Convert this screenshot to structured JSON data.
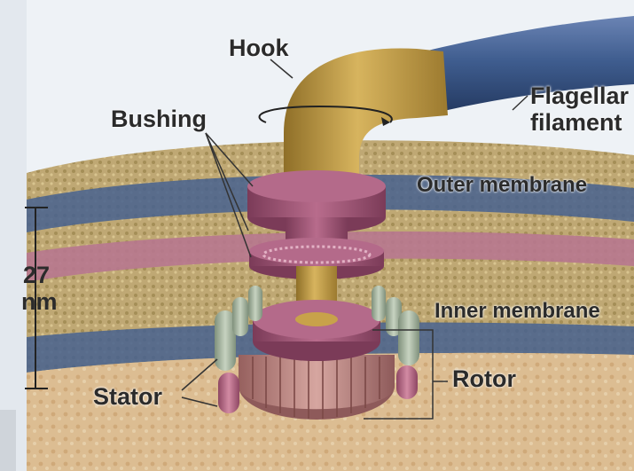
{
  "labels": {
    "hook": "Hook",
    "bushing": "Bushing",
    "flagellar_filament_line1": "Flagellar",
    "flagellar_filament_line2": "filament",
    "outer_membrane": "Outer membrane",
    "inner_membrane": "Inner membrane",
    "scale_value": "27",
    "scale_unit": "nm",
    "stator": "Stator",
    "rotor": "Rotor"
  },
  "colors": {
    "background_sky": "#eef2f6",
    "cell_wall_tan": "#c9b27c",
    "membrane_blue": "#46618f",
    "peptidoglycan_pink": "#b7778f",
    "cytoplasm": "#d9b98d",
    "hook_gold": "#c8a24a",
    "filament_blue": "#3f5d8f",
    "bushing_pink": "#a2587a",
    "stator_green": "#a6b79f",
    "stator_pink": "#bd6f8a",
    "rotor_pink": "#b7838a"
  }
}
